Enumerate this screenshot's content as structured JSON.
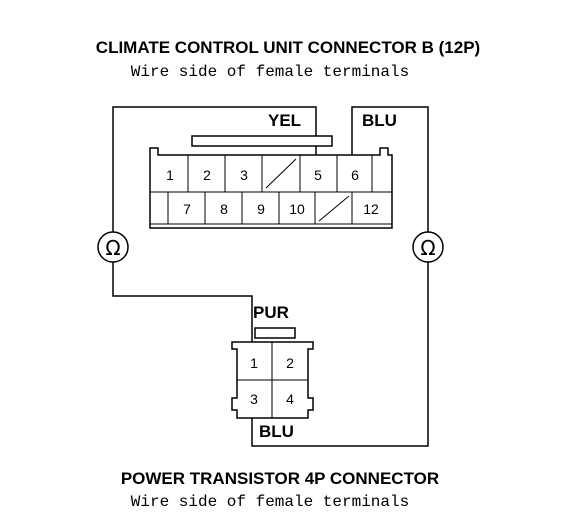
{
  "top_connector": {
    "title": "CLIMATE CONTROL UNIT CONNECTOR B (12P)",
    "subtitle": "Wire side of female terminals",
    "wire_left": "YEL",
    "wire_right": "BLU",
    "row1": [
      "1",
      "2",
      "3",
      "",
      "5",
      "6",
      ""
    ],
    "row2": [
      "",
      "7",
      "8",
      "9",
      "10",
      "",
      "12"
    ]
  },
  "bottom_connector": {
    "title": "POWER TRANSISTOR 4P CONNECTOR",
    "subtitle": "Wire side of female terminals",
    "wire_top": "PUR",
    "wire_bottom": "BLU",
    "pins": [
      "1",
      "2",
      "3",
      "4"
    ]
  },
  "meter_symbol": "Ω"
}
